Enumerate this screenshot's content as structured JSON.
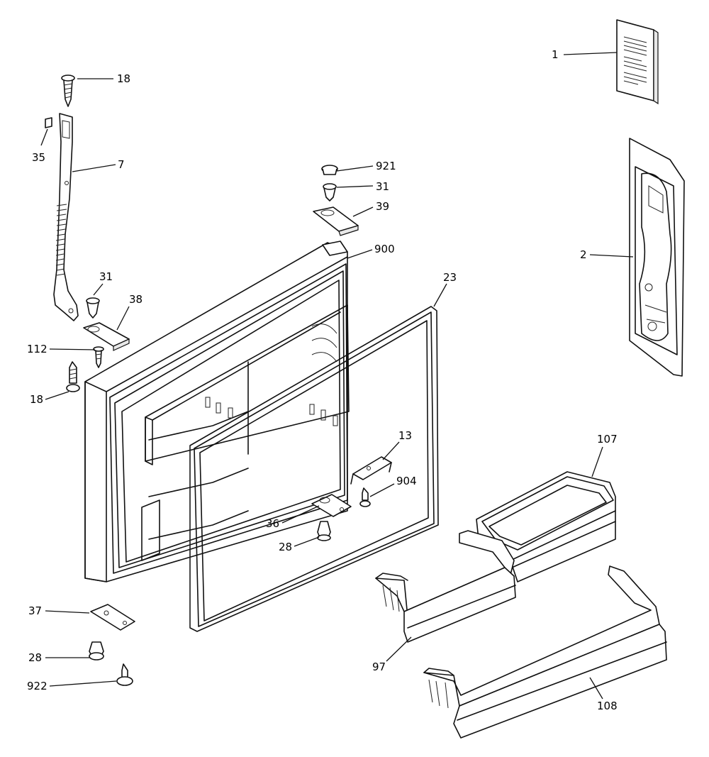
{
  "callouts": {
    "c1": "1",
    "c2": "2",
    "c7": "7",
    "c13": "13",
    "c18a": "18",
    "c18b": "18",
    "c23": "23",
    "c28a": "28",
    "c28b": "28",
    "c31a": "31",
    "c31b": "31",
    "c35": "35",
    "c36": "36",
    "c37": "37",
    "c38": "38",
    "c39": "39",
    "c97": "97",
    "c107": "107",
    "c108": "108",
    "c112": "112",
    "c900": "900",
    "c904": "904",
    "c921": "921",
    "c922": "922"
  }
}
